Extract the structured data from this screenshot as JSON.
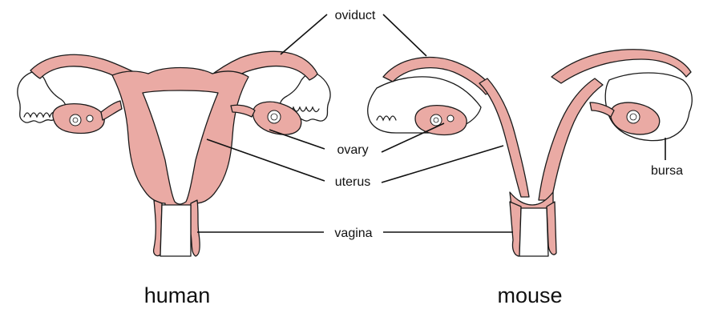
{
  "labels": {
    "oviduct": "oviduct",
    "ovary": "ovary",
    "uterus": "uterus",
    "vagina": "vagina",
    "bursa": "bursa"
  },
  "captions": {
    "human": "human",
    "mouse": "mouse"
  },
  "colors": {
    "tissue": "#eaaaa4",
    "outline": "#1a1a1a",
    "background": "#ffffff"
  }
}
